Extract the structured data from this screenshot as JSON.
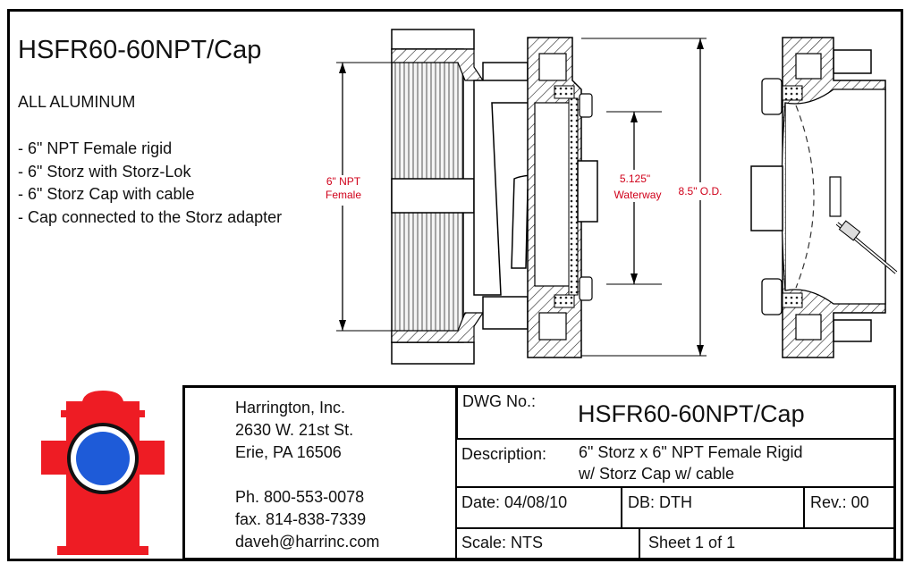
{
  "header": {
    "title": "HSFR60-60NPT/Cap",
    "material": "ALL ALUMINUM",
    "notes": [
      "- 6\" NPT Female rigid",
      "- 6\" Storz with Storz-Lok",
      "- 6\" Storz Cap with cable",
      "- Cap connected to the Storz adapter"
    ]
  },
  "drawing": {
    "npt_label_line1": "6\" NPT",
    "npt_label_line2": "Female",
    "waterway_line1": "5.125\"",
    "waterway_line2": "Waterway",
    "od_label": "8.5\" O.D."
  },
  "title_block": {
    "company": "Harrington, Inc.",
    "street": "2630 W. 21st St.",
    "city": "Erie, PA 16506",
    "phone": "Ph. 800-553-0078",
    "fax": "fax. 814-838-7339",
    "email": "daveh@harrinc.com",
    "dwg_label": "DWG No.:",
    "dwg_value": "HSFR60-60NPT/Cap",
    "desc_label": "Description:",
    "desc_line1": "6\" Storz x 6\" NPT Female Rigid",
    "desc_line2": "w/ Storz Cap w/ cable",
    "date": "Date: 04/08/10",
    "db": "DB: DTH",
    "rev": "Rev.: 00",
    "scale": "Scale: NTS",
    "sheet": "Sheet 1 of 1"
  },
  "colors": {
    "dimension_red": "#d0001a",
    "hydrant_red": "#ee1c24",
    "hydrant_blue": "#1e5bd8"
  }
}
